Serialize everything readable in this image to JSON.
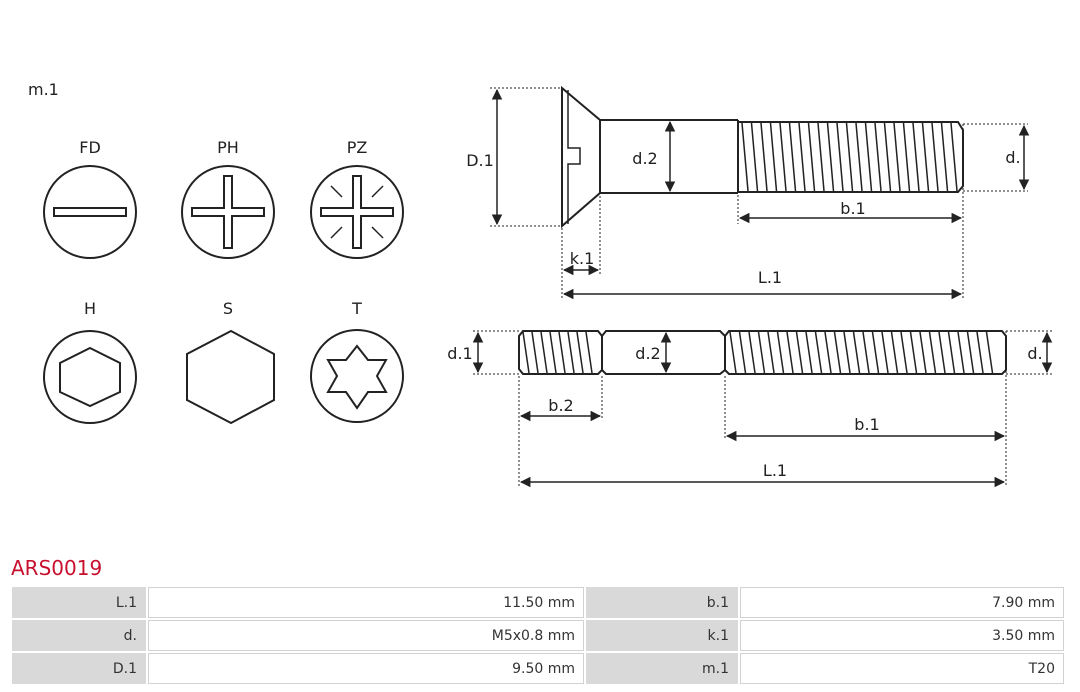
{
  "diagram": {
    "mark_label": "m.1",
    "heads": [
      {
        "code": "FD",
        "icon": "slotted-drive-icon"
      },
      {
        "code": "PH",
        "icon": "phillips-drive-icon"
      },
      {
        "code": "PZ",
        "icon": "pozidriv-drive-icon"
      },
      {
        "code": "H",
        "icon": "hex-socket-drive-icon"
      },
      {
        "code": "S",
        "icon": "hex-head-icon"
      },
      {
        "code": "T",
        "icon": "torx-drive-icon"
      }
    ],
    "screw_labels": {
      "D1": "D.1",
      "d2": "d.2",
      "d": "d.",
      "b1": "b.1",
      "k1": "k.1",
      "L1": "L.1"
    },
    "stud_labels": {
      "d1": "d.1",
      "d2": "d.2",
      "d": "d.",
      "b2": "b.2",
      "b1": "b.1",
      "L1": "L.1"
    }
  },
  "part": {
    "number": "ARS0019"
  },
  "specs": {
    "rows": [
      [
        {
          "key": "L.1",
          "value": "11.50 mm"
        },
        {
          "key": "b.1",
          "value": "7.90 mm"
        }
      ],
      [
        {
          "key": "d.",
          "value": "M5x0.8 mm"
        },
        {
          "key": "k.1",
          "value": "3.50 mm"
        }
      ],
      [
        {
          "key": "D.1",
          "value": "9.50 mm"
        },
        {
          "key": "m.1",
          "value": "T20"
        }
      ]
    ]
  }
}
